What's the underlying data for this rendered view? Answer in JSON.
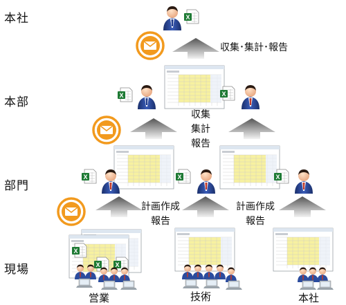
{
  "levels": {
    "hq": "本社",
    "division": "本部",
    "department": "部門",
    "site": "現場"
  },
  "notes": {
    "hq_flow": "収集･集計･報告",
    "division_flow": [
      "収集",
      "集計",
      "報告"
    ],
    "department_flow_left": [
      "計画作成",
      "報告"
    ],
    "department_flow_right": [
      "計画作成",
      "報告"
    ]
  },
  "sites": [
    "営業",
    "技術",
    "本社"
  ],
  "icons": {
    "mail": "mail-icon",
    "excel": "excel-file-icon",
    "person": "person-icon",
    "spreadsheet": "spreadsheet-screenshot",
    "arrow": "upward-arrow-icon"
  },
  "colors": {
    "mail_ring": "#f29a1e",
    "person_blue_tie": "#2b4c9e",
    "person_red_tie": "#c0392b",
    "excel_green": "#1e7a34",
    "sheet_yellow": "#f7f1a0"
  }
}
